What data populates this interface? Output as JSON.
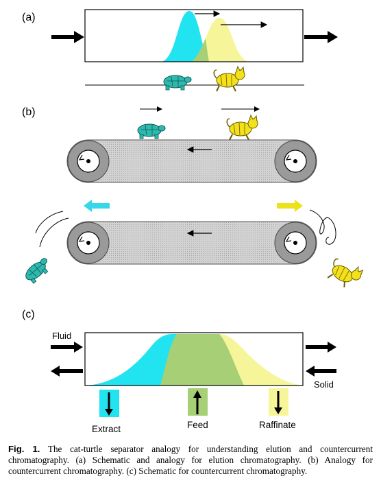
{
  "panels": {
    "a": {
      "label": "(a)"
    },
    "b": {
      "label": "(b)"
    },
    "c": {
      "label": "(c)",
      "fluid_label": "Fluid",
      "solid_label": "Solid",
      "outlets": [
        "Extract",
        "Feed",
        "Raffinate"
      ]
    }
  },
  "caption": {
    "fig_label": "Fig. 1.",
    "text": "The cat-turtle separator analogy for understanding elution and countercurrent chromatography. (a) Schematic and analogy for elution chromatography. (b) Analogy for countercurrent chromatography. (c) Schematic for countercurrent chromatography."
  },
  "colors": {
    "cyan": "#22e3f0",
    "yellow": "#f7f59a",
    "green": "#a6cf76",
    "belt": "#cfcfcf",
    "roller": "#9a9a9a",
    "turtle": "#2fb9ae",
    "cat": "#f2e21c",
    "arrow_cyan": "#35d7ea",
    "arrow_yellow": "#ece21a"
  }
}
